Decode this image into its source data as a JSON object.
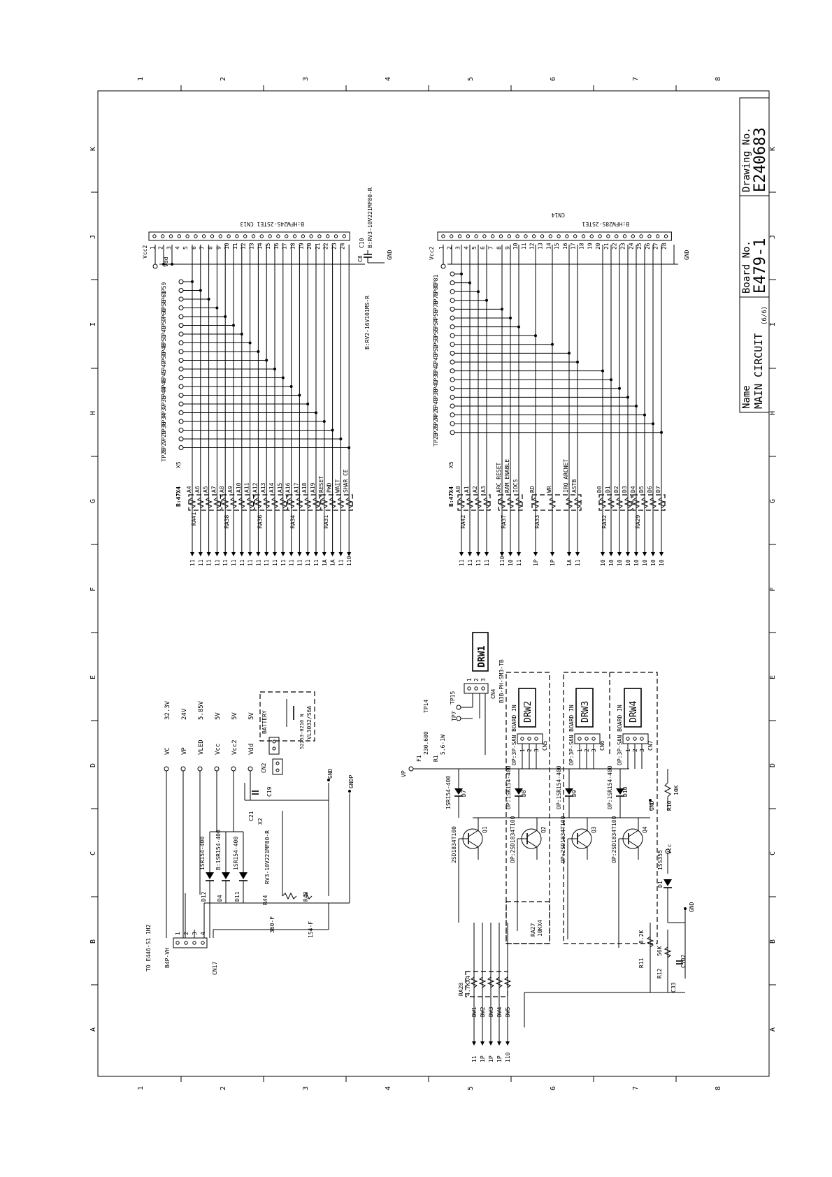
{
  "border": {
    "col_ticks": [
      "1",
      "2",
      "3",
      "4",
      "5",
      "6",
      "7",
      "8"
    ],
    "row_ticks": [
      "K",
      "J",
      "I",
      "H",
      "G",
      "F",
      "E",
      "D",
      "C",
      "B",
      "A"
    ]
  },
  "title_block": {
    "name_label": "Name",
    "name_value": "MAIN CIRCUIT",
    "sheet": "(6/6)",
    "board_label": "Board No.",
    "board_value": "E479-1",
    "drawing_label": "Drawing No.",
    "drawing_value": "E240683"
  },
  "cn13": {
    "label": "B:HFW24S-2STE1  CN13",
    "pins": [
      "1",
      "2",
      "3",
      "4",
      "5",
      "6",
      "7",
      "8",
      "9",
      "10",
      "11",
      "12",
      "13",
      "14",
      "15",
      "16",
      "17",
      "18",
      "19",
      "20",
      "21",
      "22",
      "23",
      "24"
    ],
    "vcc2": "Vcc2",
    "vdd": "Vdd",
    "tps": [
      "TP59",
      "TP61",
      "TP58",
      "TP60",
      "TP57",
      "TP49",
      "TP51",
      "TP48",
      "TP50",
      "TP47",
      "TP45",
      "TP46",
      "TP44",
      "TP35",
      "TP37",
      "TP34",
      "TP36",
      "TP29",
      "TP27",
      "TP28"
    ],
    "signals": [
      "A4",
      "A6",
      "A5",
      "A7",
      "A8",
      "A9",
      "A10",
      "A11",
      "A12",
      "A13",
      "A14",
      "A15",
      "A16",
      "A17",
      "A18",
      "A19",
      "RESET",
      "PWD",
      "WAIT",
      "SHAR CE"
    ],
    "array_part": "B:47X4",
    "arrays": [
      "RA41",
      "RA38",
      "RA36",
      "RA34",
      "RA31"
    ],
    "sheet_refs": [
      "11",
      "11",
      "11",
      "11",
      "11",
      "11",
      "11",
      "11",
      "11",
      "11",
      "11",
      "11",
      "11",
      "11",
      "11",
      "11",
      "1A",
      "1A",
      "11",
      "110"
    ],
    "x_ref": "X5",
    "c10": "C10",
    "c10_part": "B:RV3-10V221MF80-R",
    "c8": "C8",
    "c8_part": "B:RV2-16V101MS-R",
    "gnd": "GND"
  },
  "cn14": {
    "label": "B:HFW28S-2STE1",
    "label2": "CN14",
    "pins": [
      "1",
      "2",
      "3",
      "4",
      "5",
      "6",
      "7",
      "8",
      "9",
      "10",
      "11",
      "12",
      "13",
      "14",
      "15",
      "16",
      "17",
      "18",
      "19",
      "20",
      "21",
      "22",
      "23",
      "24",
      "25",
      "26",
      "27",
      "28"
    ],
    "vcc2": "Vcc2",
    "tps": [
      "TP81",
      "TP80",
      "TP79",
      "TP78",
      "TP56",
      "TP54",
      "TP55",
      "TP53",
      "TP52",
      "TP43",
      "TP42",
      "TP39",
      "TP41",
      "TP38",
      "TP40",
      "TP26",
      "TP24",
      "TP25",
      "TP23"
    ],
    "signals": [
      "A0",
      "A1",
      "A2",
      "A3",
      "ARC RESET",
      "RAM ENABLE",
      "IOCS",
      "RD",
      "WR",
      "IRQ ARCNET",
      "ASTB",
      "D0",
      "D1",
      "D2",
      "D3",
      "D4",
      "D5",
      "D6",
      "D7"
    ],
    "array_part": "B:47X4",
    "arrays": [
      "RA42",
      "RA37",
      "RA33",
      "RA32",
      "RA29"
    ],
    "sheet_refs": [
      "11",
      "11",
      "11",
      "11",
      "110",
      "10",
      "11",
      "1P",
      "1P",
      "1A",
      "11",
      "10",
      "10",
      "10",
      "10",
      "10",
      "10",
      "10",
      "10"
    ],
    "x_ref": "X5",
    "gnd": "GND"
  },
  "power": {
    "connector_ref": "TO E446-S1 1H2",
    "connector_part": "B4P-VH",
    "connector": "CN17",
    "pins": [
      "1",
      "2",
      "3",
      "4"
    ],
    "rails": [
      {
        "name": "VC",
        "voltage": "32.3V"
      },
      {
        "name": "VP",
        "voltage": "24V"
      },
      {
        "name": "VLED",
        "voltage": "5.85V"
      },
      {
        "name": "Vcc",
        "voltage": "5V"
      },
      {
        "name": "Vcc2",
        "voltage": "5V"
      },
      {
        "name": "Vdd",
        "voltage": "5V"
      }
    ],
    "diodes": [
      {
        "ref": "D12",
        "part": "1SR154-400"
      },
      {
        "ref": "D4",
        "part": "B:1SR154-400"
      },
      {
        "ref": "D11",
        "part": "1SR154-400"
      }
    ],
    "r44": "R44",
    "r44_val": "360-F",
    "r43": "R43",
    "r43_val": "154-F",
    "c21": "C21",
    "c21_part": "RV3-10V221MF80-R",
    "x2": "X2",
    "c19": "C19",
    "cn2": "CN2",
    "cn2_pins": [
      "1",
      "2"
    ],
    "battery_part": "52253-0210 N",
    "battery": "BATTERY",
    "battery_model": "VL3032/S6A",
    "gnd": "GND",
    "gndp": "GNDP"
  },
  "drawer": {
    "vp": "VP",
    "f1": "F1",
    "f1_val": "230.600",
    "r1": "R1",
    "r1_val": "5.6-1W",
    "tp14": "TP14",
    "tp15": "TP15",
    "tp7": "TP7",
    "cn4": "CN4",
    "cn4_part": "B3B-PH-SM3-TB",
    "cn4_pins": [
      "1",
      "2",
      "3"
    ],
    "drw1": "DRW1",
    "sub_boxes": [
      {
        "label": "DRW2",
        "note": "OP:3P-SAN BOARD IN",
        "cn": "CN5",
        "pins": [
          "1",
          "2",
          "3"
        ]
      },
      {
        "label": "DRW3",
        "note": "OP:3P-SAN BOARD IN",
        "cn": "CN6",
        "pins": [
          "1",
          "2",
          "3"
        ]
      },
      {
        "label": "DRW4",
        "note": "OP:3P-SAN BOARD IN",
        "cn": "CN7",
        "pins": [
          "1",
          "2",
          "3"
        ]
      }
    ],
    "diodes": [
      {
        "ref": "D7",
        "part": "1SR154-400"
      },
      {
        "ref": "D8",
        "part": "OP:1SR154-400"
      },
      {
        "ref": "D9",
        "part": "OP:1SR154-400"
      },
      {
        "ref": "D10",
        "part": "OP:1SR154-400"
      }
    ],
    "transistors": [
      {
        "ref": "Q1",
        "part": "2SD1834T100"
      },
      {
        "ref": "Q2",
        "part": "OP:2SD1834T100"
      },
      {
        "ref": "Q3",
        "part": "OP:2SD1834T100"
      },
      {
        "ref": "Q4",
        "part": "OP:2SD1834T100"
      }
    ],
    "r10": "R10",
    "r10_val": "10K",
    "gnd": "GND",
    "vcc": "Vcc",
    "d1": "D1",
    "d1_part": "1SS355",
    "r11": "R11",
    "r11_val": "8.2K",
    "r12": "R12",
    "r12_val": "56K",
    "c33": "C33",
    "c33_val": "C102",
    "ra27": "RA27",
    "ra27_val": "10KX4",
    "ra28": "RA28",
    "ra28_val": "4.7KX4",
    "dw_signals": [
      "DW1",
      "DW2",
      "DW3",
      "DW4",
      "DW5"
    ],
    "dw_refs": [
      "11",
      "1P",
      "1P",
      "1P",
      "110"
    ]
  }
}
